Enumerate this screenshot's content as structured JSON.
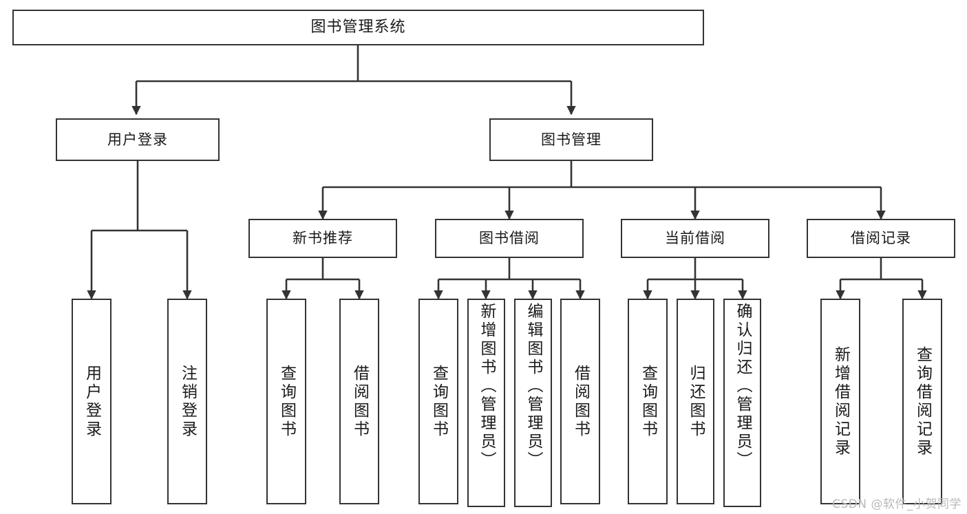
{
  "diagram": {
    "title": "图书管理系统",
    "stroke_color": "#333333",
    "fill_color": "#ffffff",
    "text_color": "#1a1a1a",
    "watermark": "CSDN @软件_小贺同学",
    "levels": {
      "root": "图书管理系统",
      "level2": [
        "用户登录",
        "图书管理"
      ],
      "level3": [
        "新书推荐",
        "图书借阅",
        "当前借阅",
        "借阅记录"
      ]
    },
    "nodes": {
      "root": {
        "label": "图书管理系统"
      },
      "user_login": {
        "label": "用户登录"
      },
      "book_manage": {
        "label": "图书管理"
      },
      "new_book_rec": {
        "label": "新书推荐"
      },
      "book_borrow": {
        "label": "图书借阅"
      },
      "current_borrow": {
        "label": "当前借阅"
      },
      "borrow_record": {
        "label": "借阅记录"
      },
      "leaf_user_login": {
        "label": "用户登录"
      },
      "leaf_logout": {
        "label": "注销登录"
      },
      "leaf_query_book_a": {
        "label": "查询图书"
      },
      "leaf_borrow_book_a": {
        "label": "借阅图书"
      },
      "leaf_query_book_b": {
        "label": "查询图书"
      },
      "leaf_add_book_admin": {
        "label": "新增图书（管理员）"
      },
      "leaf_edit_book_admin": {
        "label": "编辑图书（管理员）"
      },
      "leaf_borrow_book_b": {
        "label": "借阅图书"
      },
      "leaf_query_book_c": {
        "label": "查询图书"
      },
      "leaf_return_book": {
        "label": "归还图书"
      },
      "leaf_confirm_return_admin": {
        "label": "确认归还（管理员）"
      },
      "leaf_add_record": {
        "label": "新增借阅记录"
      },
      "leaf_query_record": {
        "label": "查询借阅记录"
      }
    },
    "tree": {
      "图书管理系统": {
        "用户登录": [
          "用户登录",
          "注销登录"
        ],
        "图书管理": {
          "新书推荐": [
            "查询图书",
            "借阅图书"
          ],
          "图书借阅": [
            "查询图书",
            "新增图书（管理员）",
            "编辑图书（管理员）",
            "借阅图书"
          ],
          "当前借阅": [
            "查询图书",
            "归还图书",
            "确认归还（管理员）"
          ],
          "借阅记录": [
            "新增借阅记录",
            "查询借阅记录"
          ]
        }
      }
    }
  }
}
